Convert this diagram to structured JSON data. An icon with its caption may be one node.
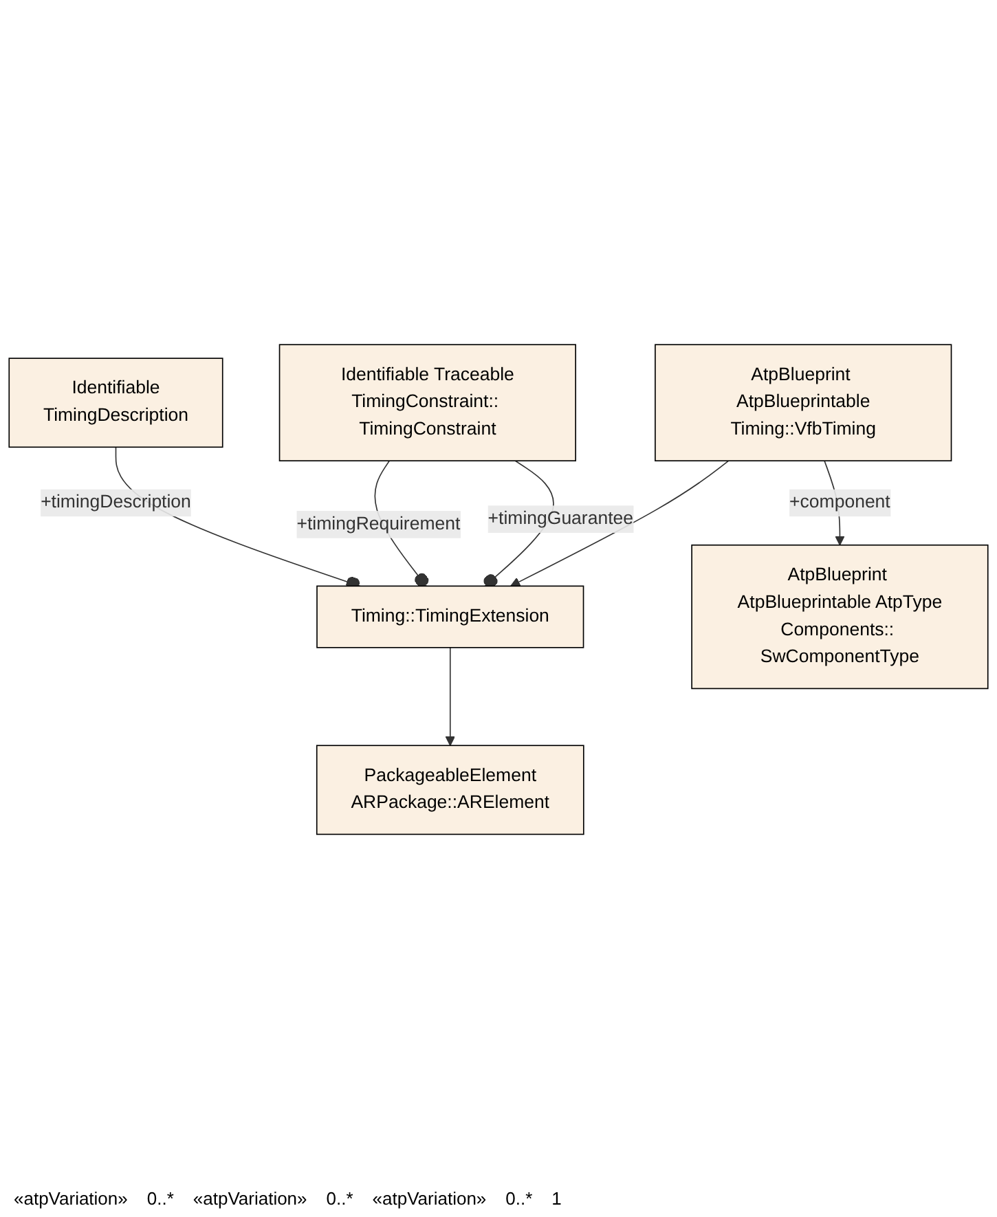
{
  "diagram": {
    "nodes": [
      {
        "text": [
          "PackageableElement",
          "ARPackage::ARElement"
        ]
      },
      {
        "text": [
          "Timing::TimingExtension"
        ]
      },
      {
        "text": [
          "Identifiable",
          "TimingDescription"
        ]
      },
      {
        "text": [
          "Identifiable Traceable",
          "TimingConstraint:: TimingConstraint"
        ]
      },
      {
        "text": [
          "AtpBlueprint AtpBlueprintable",
          "Timing::VfbTiming"
        ]
      },
      {
        "text": [
          "AtpBlueprint AtpBlueprintable AtpType",
          "Components:: SwComponentType"
        ]
      }
    ],
    "edges": [
      {
        "from": 1,
        "to": 0,
        "arrow": "to"
      },
      {
        "from": 1,
        "to": 2,
        "arrow": "other",
        "label": "+timingDescription"
      },
      {
        "from": 1,
        "to": 3,
        "arrow": "other",
        "label": "+timingRequirement"
      },
      {
        "from": 1,
        "to": 3,
        "arrow": "other",
        "label": "+timingGuarantee"
      },
      {
        "from": 4,
        "to": 1,
        "arrow": "to"
      },
      {
        "from": 4,
        "to": 5,
        "arrow": "to",
        "label": "+component"
      }
    ],
    "labels": [
      "«atpVariation»",
      "0..*",
      "«atpVariation»",
      "0..*",
      "«atpVariation»",
      "0..*",
      "1"
    ]
  }
}
